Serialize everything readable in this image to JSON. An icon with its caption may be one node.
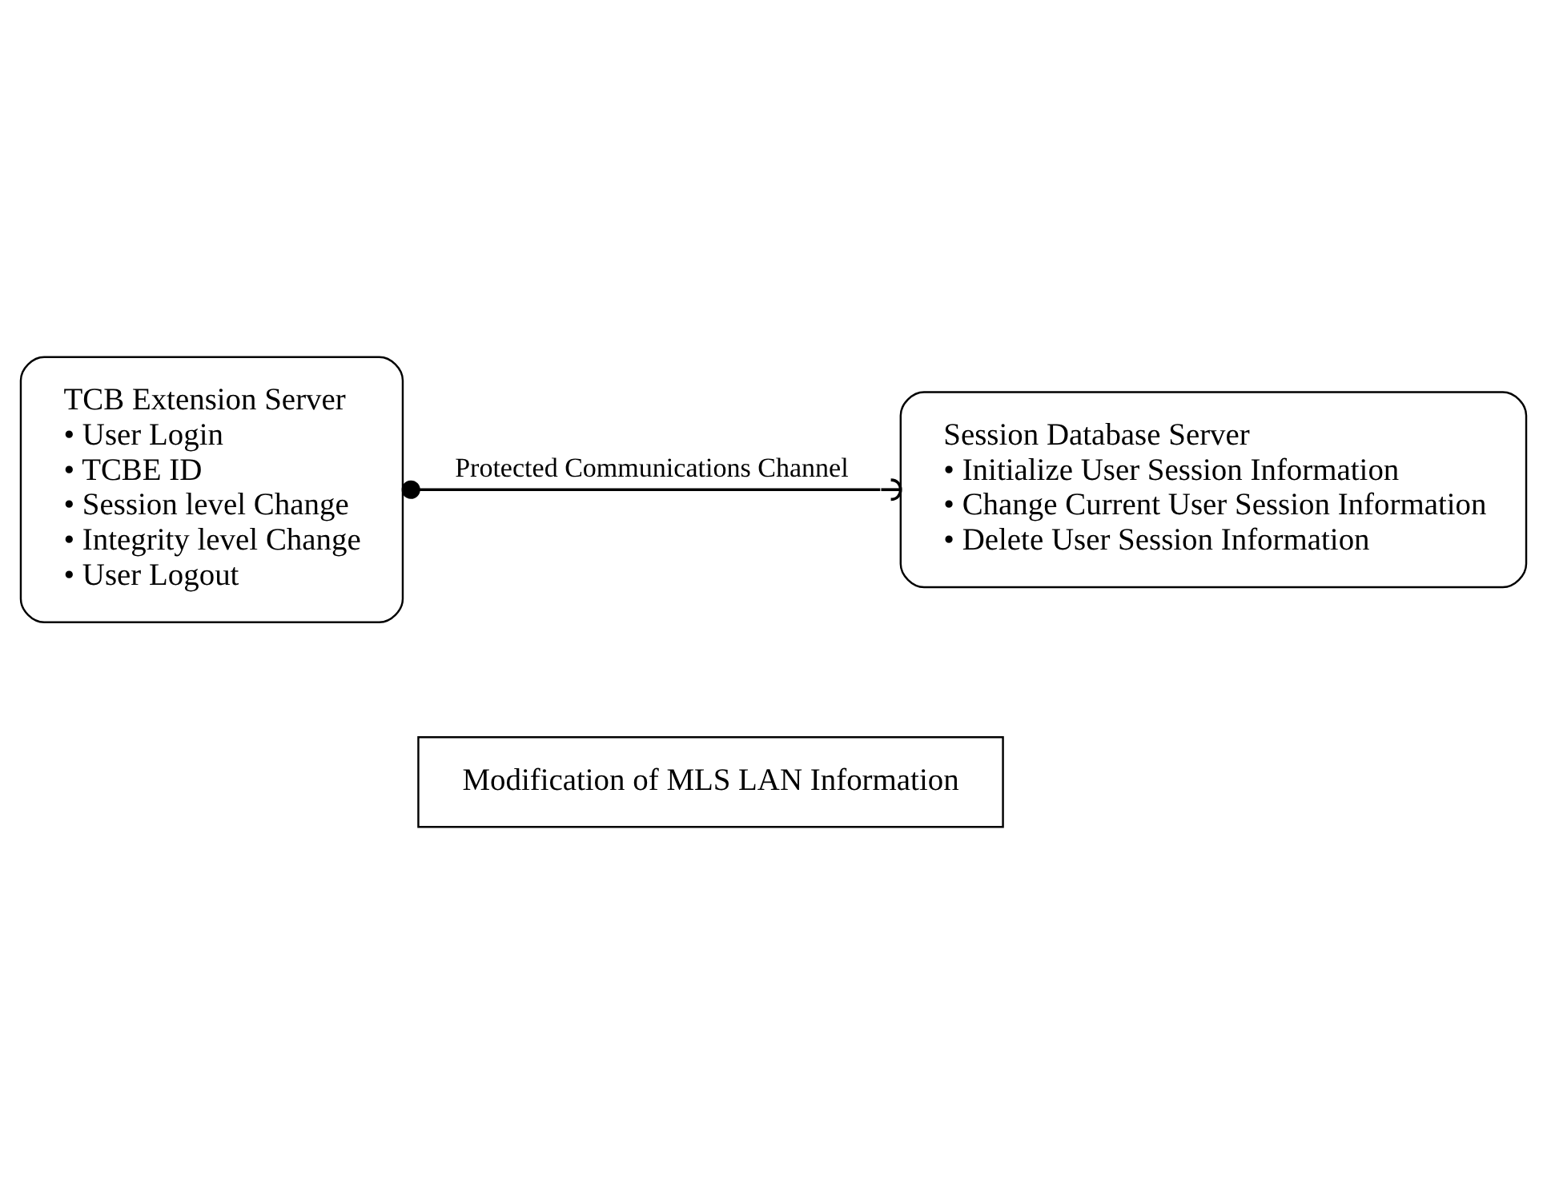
{
  "diagram": {
    "nodes": [
      {
        "text": [
          "TCB Extension Server",
          "• User Login",
          "• TCBE ID",
          "• Session level Change",
          "• Integrity level Change",
          "• User Logout"
        ]
      },
      {
        "text": [
          "Session Database Server",
          "• Initialize User Session Information",
          "• Change Current User Session Information",
          "• Delete User Session Information"
        ]
      },
      {
        "text": [
          "Modification of MLS LAN Information"
        ]
      }
    ],
    "edges": [
      {
        "from": 0,
        "to": 1,
        "arrow": "other",
        "label": "Protected Communications Channel"
      }
    ]
  }
}
